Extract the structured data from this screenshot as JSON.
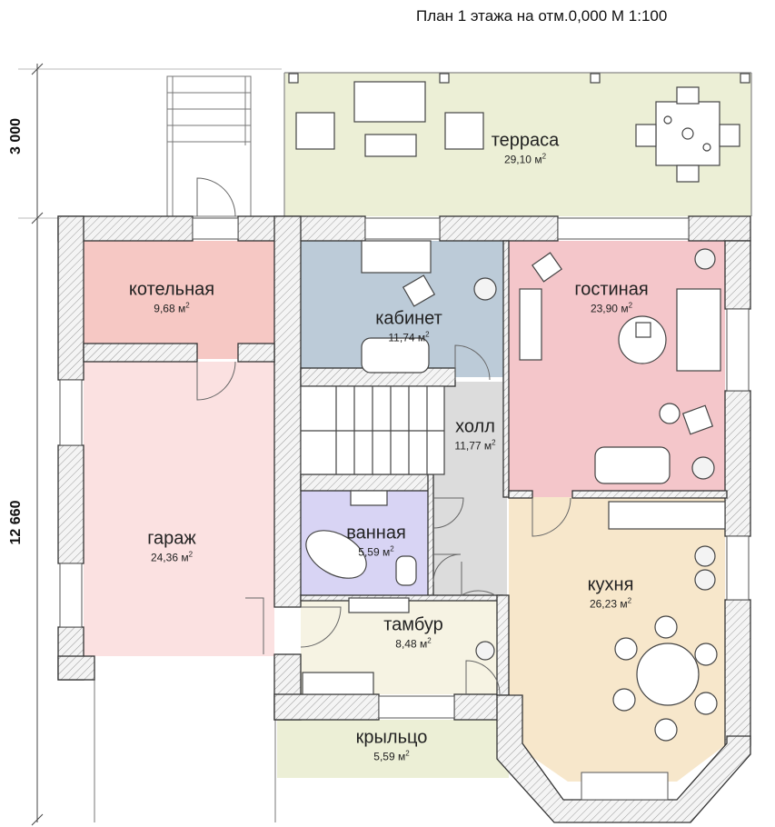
{
  "title": "План 1 этажа на отм.0,000 М 1:100",
  "dimensions": {
    "top": "3 000",
    "main": "12 660"
  },
  "area_unit": "м",
  "area_sup": "2",
  "rooms": {
    "terrace": {
      "name": "терраса",
      "area": "29,10"
    },
    "boiler": {
      "name": "котельная",
      "area": "9,68"
    },
    "office": {
      "name": "кабинет",
      "area": "11,74"
    },
    "living": {
      "name": "гостиная",
      "area": "23,90"
    },
    "hall": {
      "name": "холл",
      "area": "11,77"
    },
    "garage": {
      "name": "гараж",
      "area": "24,36"
    },
    "bathroom": {
      "name": "ванная",
      "area": "5,59"
    },
    "kitchen": {
      "name": "кухня",
      "area": "26,23"
    },
    "vestibule": {
      "name": "тамбур",
      "area": "8,48"
    },
    "porch": {
      "name": "крыльцо",
      "area": "5,59"
    }
  },
  "colors": {
    "terrace": "#ecefd6",
    "boiler": "#f6c8c4",
    "office": "#bccbd8",
    "living": "#f4c6ca",
    "hall": "#dcdcdc",
    "garage": "#fbe1e1",
    "bathroom": "#d8d4f4",
    "kitchen": "#f7e7cb",
    "vestibule": "#f6f3e3",
    "porch": "#ecefd6",
    "wall": "#f2f2f2",
    "wall_line": "#333333"
  }
}
